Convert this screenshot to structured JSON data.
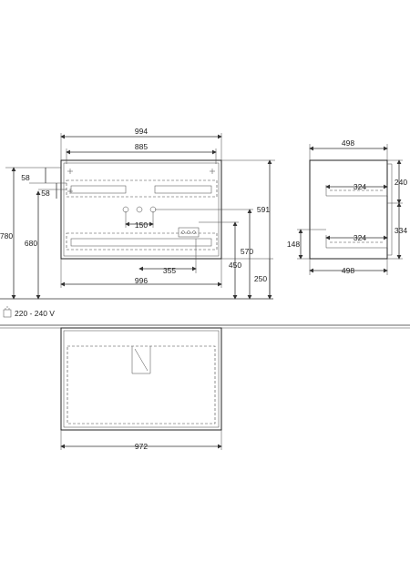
{
  "front_view": {
    "width_total": "994",
    "width_inner": "885",
    "left_58_top": "58",
    "left_58_inner": "58",
    "height_total": "780",
    "height_680": "680",
    "tap_spacing": "150",
    "drain_offset": "355",
    "base_width": "996",
    "right_591": "591",
    "right_570": "570",
    "right_450": "450",
    "right_250": "250"
  },
  "side_view": {
    "top_width": "498",
    "bottom_width": "498",
    "shelf_top_depth": "324",
    "shelf_bottom_depth": "324",
    "height_240": "240",
    "height_334": "334",
    "height_148": "148"
  },
  "top_view": {
    "width": "972"
  },
  "power": {
    "label": "220 - 240 V"
  }
}
